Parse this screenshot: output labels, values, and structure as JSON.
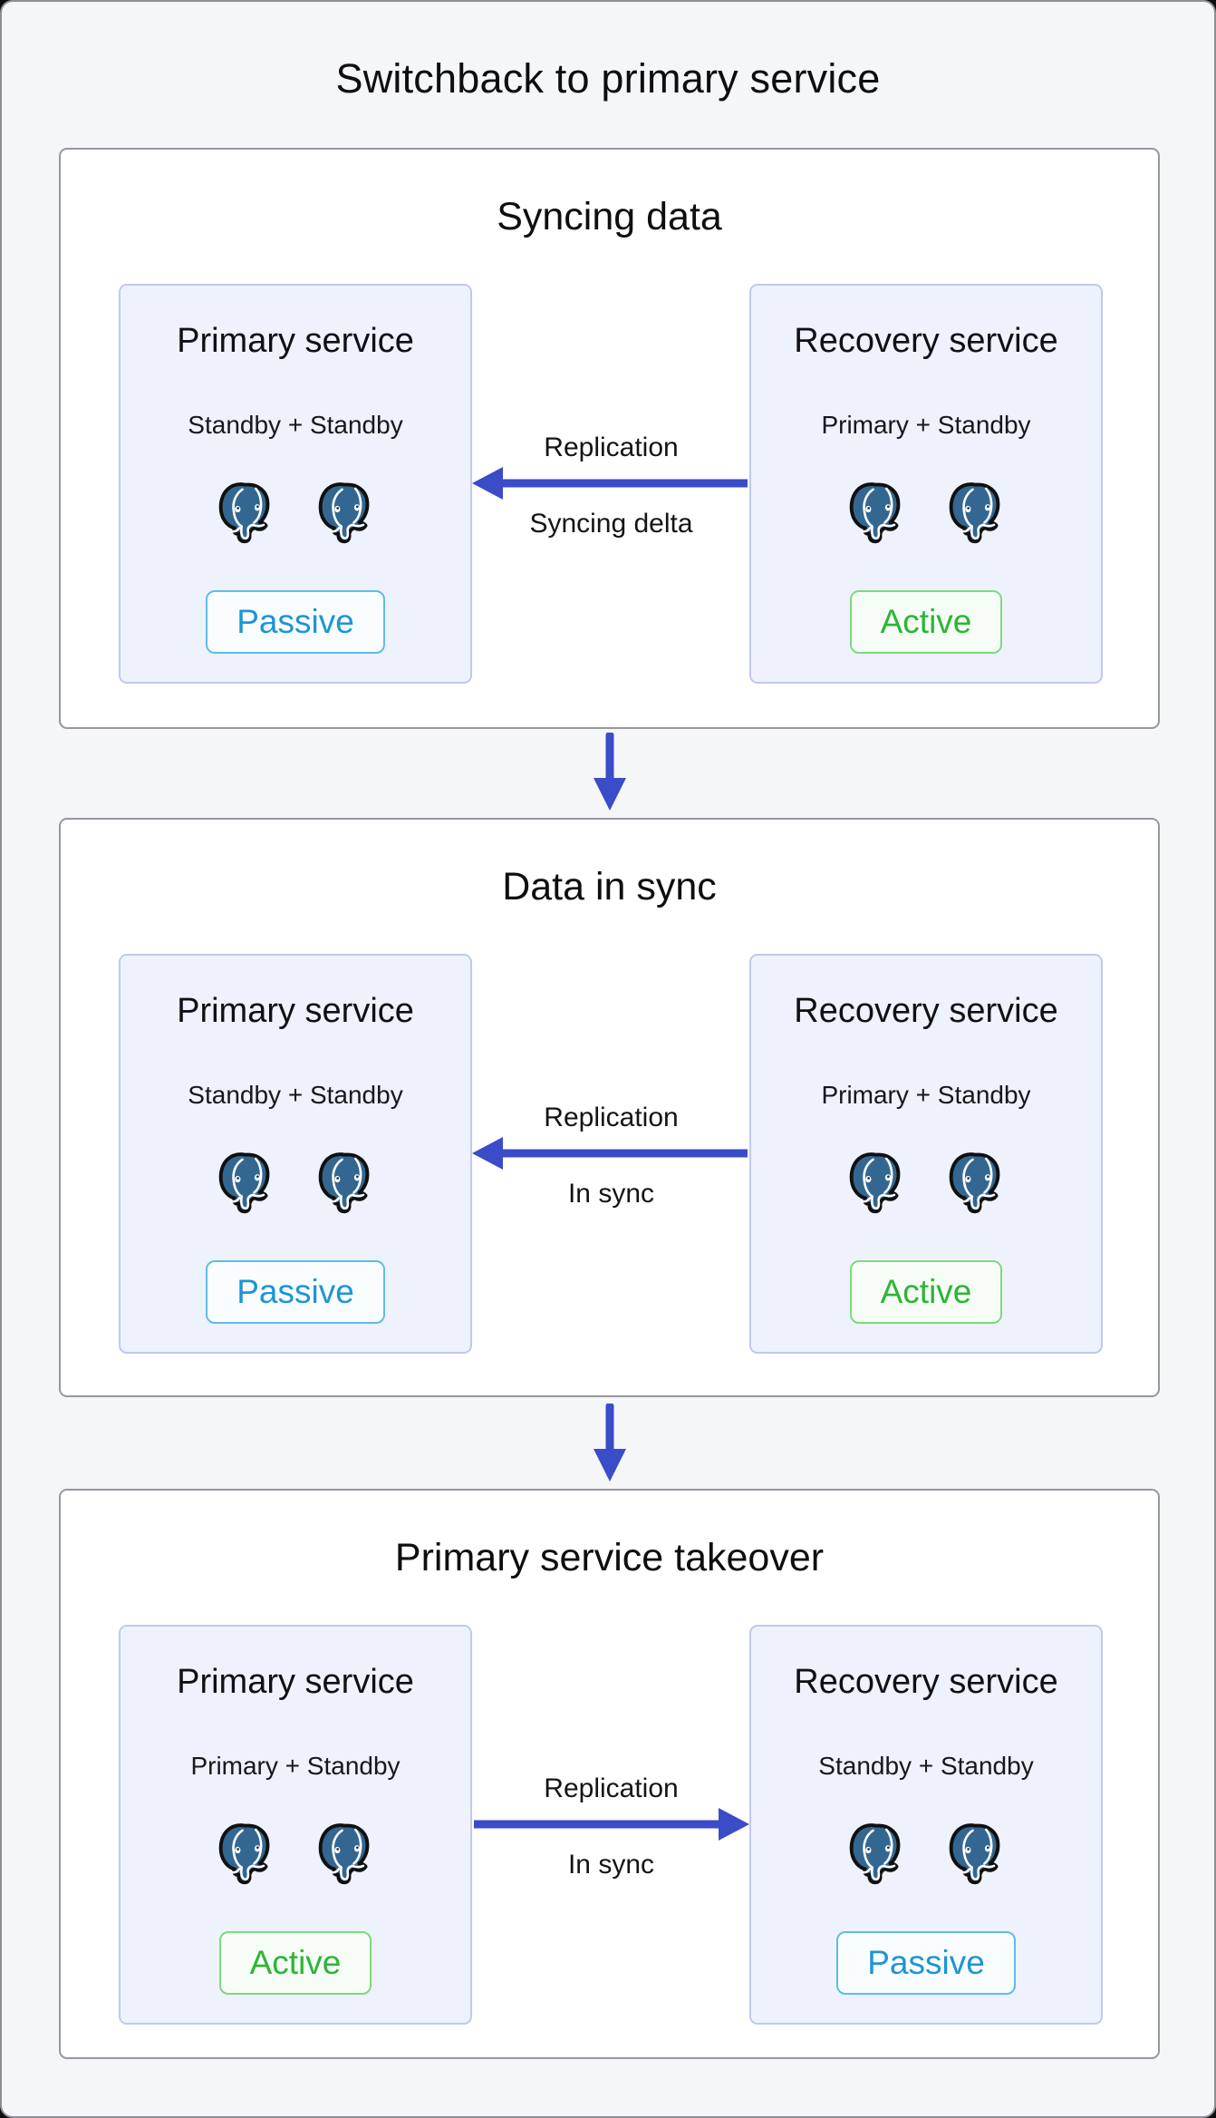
{
  "title": "Switchback to primary service",
  "colors": {
    "arrow_blue": "#3b4cc8",
    "postgres_blue": "#336791",
    "active_green": "#2eb437",
    "active_border": "#7ed981",
    "passive_blue": "#1d95d4",
    "passive_border": "#5ebcea",
    "card_fill": "#eef2fc",
    "card_border": "#bfc9f0"
  },
  "icons": {
    "elephant": "postgresql-elephant-icon",
    "arrow_left": "arrow-left-icon",
    "arrow_right": "arrow-right-icon",
    "arrow_down": "arrow-down-icon"
  },
  "stages": [
    {
      "heading": "Syncing data",
      "left": {
        "title": "Primary service",
        "subtitle": "Standby + Standby",
        "badge": "Passive"
      },
      "right": {
        "title": "Recovery service",
        "subtitle": "Primary + Standby",
        "badge": "Active"
      },
      "edge": {
        "top_label": "Replication",
        "bottom_label": "Syncing delta",
        "direction": "left"
      }
    },
    {
      "heading": "Data in sync",
      "left": {
        "title": "Primary service",
        "subtitle": "Standby + Standby",
        "badge": "Passive"
      },
      "right": {
        "title": "Recovery service",
        "subtitle": "Primary + Standby",
        "badge": "Active"
      },
      "edge": {
        "top_label": "Replication",
        "bottom_label": "In sync",
        "direction": "left"
      }
    },
    {
      "heading": "Primary service takeover",
      "left": {
        "title": "Primary service",
        "subtitle": "Primary + Standby",
        "badge": "Active"
      },
      "right": {
        "title": "Recovery service",
        "subtitle": "Standby + Standby",
        "badge": "Passive"
      },
      "edge": {
        "top_label": "Replication",
        "bottom_label": "In sync",
        "direction": "right"
      }
    }
  ]
}
